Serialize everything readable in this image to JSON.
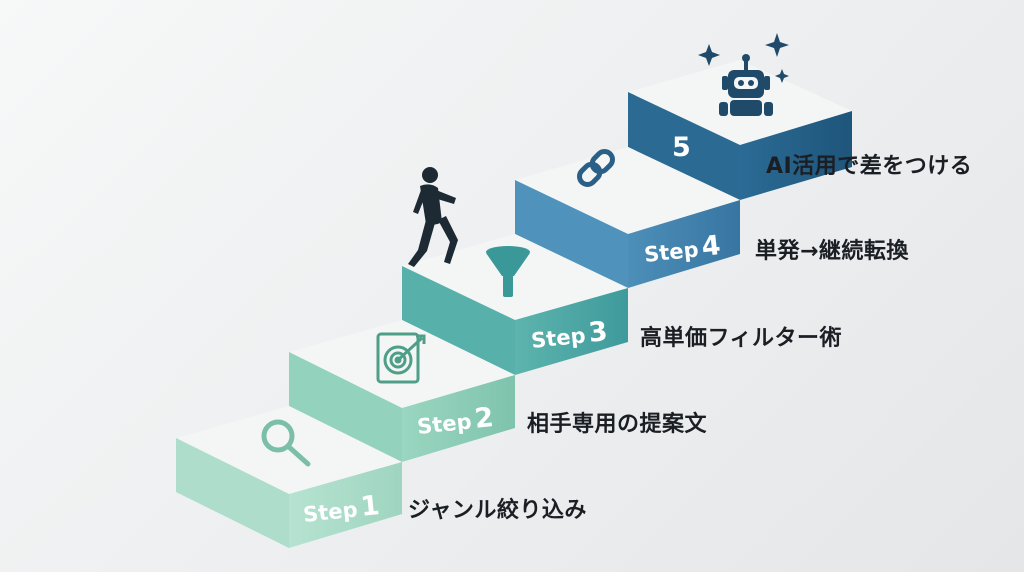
{
  "steps": [
    {
      "word": "Step",
      "number": "1",
      "label": "ジャンル絞り込み",
      "icon": "magnifier-icon",
      "front_color": "#a9dcc7",
      "top_color": "#f3f6f6"
    },
    {
      "word": "Step",
      "number": "2",
      "label": "相手専用の提案文",
      "icon": "target-document-icon",
      "front_color": "#8bcdb7",
      "top_color": "#f3f6f6"
    },
    {
      "word": "Step",
      "number": "3",
      "label": "高単価フィルター術",
      "icon": "funnel-icon",
      "front_color": "#4aa6a4",
      "top_color": "#f3f6f6"
    },
    {
      "word": "Step",
      "number": "4",
      "label": "単発→継続転換",
      "icon": "chain-link-icon",
      "front_color": "#3e80ac",
      "top_color": "#f3f6f6"
    },
    {
      "word": "",
      "number": "5",
      "label": "AI活用で差をつける",
      "icon": "robot-icon",
      "front_color": "#245f88",
      "top_color": "#f3f6f6"
    }
  ],
  "decor": {
    "figure": "walking-person-icon",
    "sparkles": "sparkle-icon"
  }
}
